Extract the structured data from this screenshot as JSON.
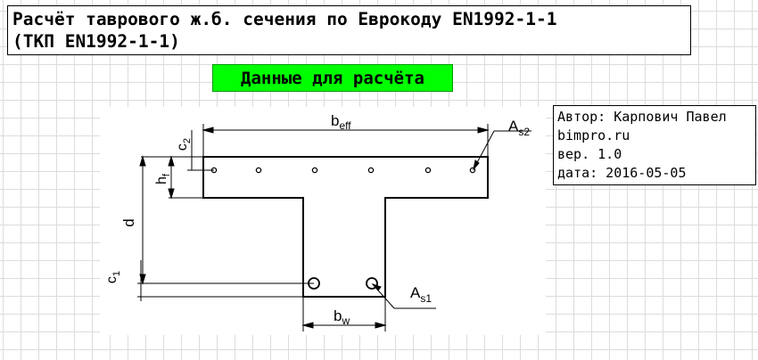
{
  "title": {
    "line1": "Расчёт таврового ж.б. сечения по Еврокоду EN1992-1-1",
    "line2": "(ТКП EN1992-1-1)"
  },
  "section_label": "Данные для расчёта",
  "diagram": {
    "beff": "eff",
    "beff_base": "b",
    "as2_base": "A",
    "as2_sub": "s2",
    "as1_base": "A",
    "as1_sub": "s1",
    "bw_base": "b",
    "bw_sub": "w",
    "c2_base": "c",
    "c2_sub": "2",
    "hf_base": "h",
    "hf_sub": "f",
    "d": "d",
    "c1_base": "c",
    "c1_sub": "1"
  },
  "author": {
    "line1": "Автор: Карпович Павел",
    "line2": "bimpro.ru",
    "line3": "вер. 1.0",
    "line4": "дата: 2016-05-05"
  }
}
